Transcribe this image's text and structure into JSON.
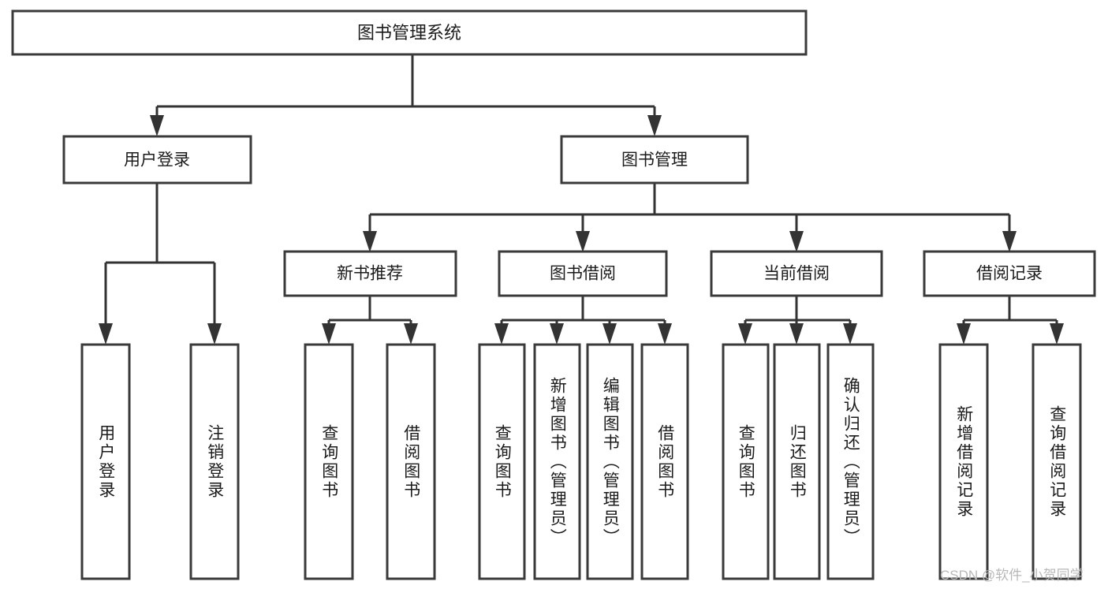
{
  "diagram": {
    "type": "tree",
    "title": "图书管理系统",
    "watermark": "CSDN @软件_小贺同学",
    "colors": {
      "box_stroke": "#3a3a3a",
      "connector": "#333333",
      "background": "#ffffff",
      "text": "#1b1b1b",
      "watermark": "#b8b8b8"
    },
    "root": {
      "label": "图书管理系统"
    },
    "level2": [
      {
        "label": "用户登录"
      },
      {
        "label": "图书管理"
      }
    ],
    "level3": [
      {
        "label": "新书推荐"
      },
      {
        "label": "图书借阅"
      },
      {
        "label": "当前借阅"
      },
      {
        "label": "借阅记录"
      }
    ],
    "leaves": {
      "user_login": [
        {
          "label": "用户登录"
        },
        {
          "label": "注销登录"
        }
      ],
      "new_book": [
        {
          "label": "查询图书"
        },
        {
          "label": "借阅图书"
        }
      ],
      "book_borrow": [
        {
          "label": "查询图书"
        },
        {
          "label": "新增图书（管理员）"
        },
        {
          "label": "编辑图书（管理员）"
        },
        {
          "label": "借阅图书"
        }
      ],
      "current_borrow": [
        {
          "label": "查询图书"
        },
        {
          "label": "归还图书"
        },
        {
          "label": "确认归还（管理员）"
        }
      ],
      "borrow_record": [
        {
          "label": "新增借阅记录"
        },
        {
          "label": "查询借阅记录"
        }
      ]
    }
  }
}
